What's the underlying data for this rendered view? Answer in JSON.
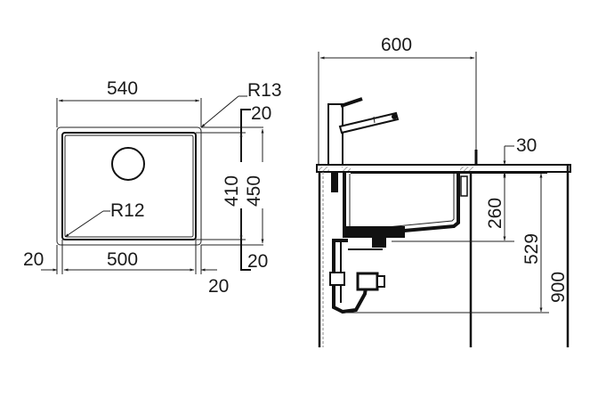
{
  "plan_view": {
    "overall_width": "540",
    "inner_width": "500",
    "left_rim": "20",
    "right_rim": "20",
    "outer_corner_radius": "R13",
    "inner_corner_radius": "R12",
    "inner_depth": "410",
    "overall_depth": "450",
    "top_rim": "20",
    "bottom_rim": "20"
  },
  "side_view": {
    "cabinet_width": "600",
    "worktop_thickness": "30",
    "bowl_depth": "260",
    "drain_height": "529",
    "worktop_height": "900"
  },
  "colors": {
    "line": "#111111",
    "hatch": "#999999",
    "background": "#ffffff"
  }
}
